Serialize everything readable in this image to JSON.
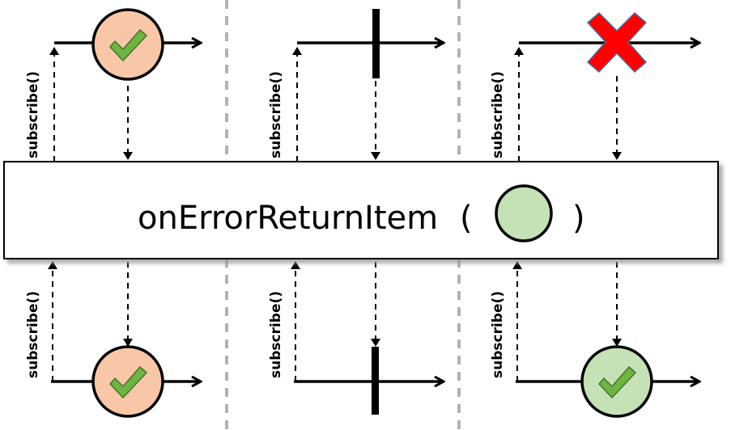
{
  "operator": {
    "name": "onErrorReturnItem",
    "open_paren": "(",
    "close_paren": ")"
  },
  "subscribe_label": "subscribe()",
  "panels": [
    {
      "case": "item",
      "upstream": "item",
      "downstream": "item"
    },
    {
      "case": "complete",
      "upstream": "complete",
      "downstream": "complete"
    },
    {
      "case": "error",
      "upstream": "error",
      "downstream": "fallback item"
    }
  ],
  "colors": {
    "item_fill": "#f7c7a7",
    "fallback_fill": "#c5e1b6",
    "check_fill": "#6fb442",
    "error_fill": "#ff0000",
    "separator": "#b3b3b3",
    "box_shadow": "#b0b0b0"
  },
  "icons": [
    "checkmark-icon",
    "error-x-icon",
    "completion-bar",
    "arrowhead"
  ]
}
